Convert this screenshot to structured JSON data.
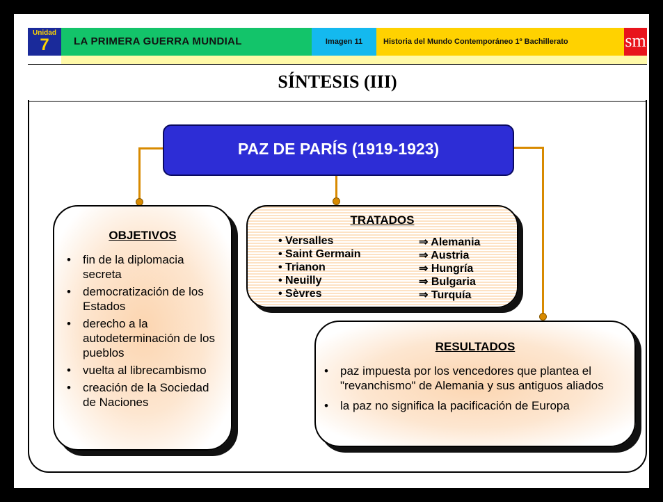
{
  "header": {
    "unit_label": "Unidad",
    "unit_number": "7",
    "title": "LA PRIMERA GUERRA MUNDIAL",
    "image_label": "Imagen 11",
    "course": "Historia del Mundo Contemporáneo 1º Bachillerato",
    "publisher_logo": "sm"
  },
  "slide_title": "SÍNTESIS (III)",
  "main_node": "PAZ DE PARÍS (1919-1923)",
  "objetivos": {
    "title": "OBJETIVOS",
    "items": [
      "fin de   la diplomacia secreta",
      "democratización de los Estados",
      "derecho a la autodeterminación de los pueblos",
      "vuelta al librecambismo",
      "creación de la Sociedad de Naciones"
    ]
  },
  "tratados": {
    "title": "TRATADOS",
    "rows": [
      {
        "treaty": "Versalles",
        "country": "Alemania"
      },
      {
        "treaty": "Saint Germain",
        "country": "Austria"
      },
      {
        "treaty": "Trianon",
        "country": "Hungría"
      },
      {
        "treaty": "Neuilly",
        "country": "Bulgaria"
      },
      {
        "treaty": "Sèvres",
        "country": "Turquía"
      }
    ]
  },
  "resultados": {
    "title": "RESULTADOS",
    "items": [
      "paz impuesta por los vencedores que plantea el \"revanchismo\" de Alemania y sus antiguos aliados",
      "la paz no significa la pacificación de Europa"
    ]
  },
  "colors": {
    "main_box": "#2d2dd6",
    "connector": "#d88a00",
    "box_fill": "#fcd5b0"
  }
}
